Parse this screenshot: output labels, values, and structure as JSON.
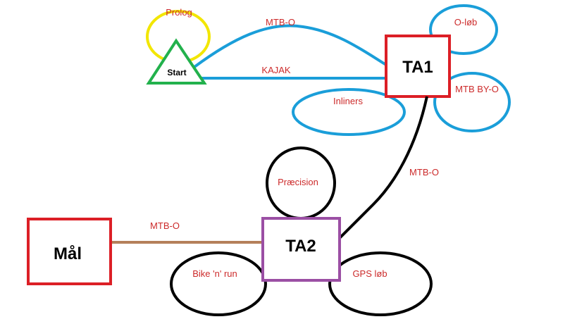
{
  "colors": {
    "label_red": "#cc2a2a",
    "yellow": "#f2e600",
    "green": "#22b14c",
    "blue": "#1a9ed9",
    "black": "#000000",
    "red_box": "#dc1f26",
    "purple_box": "#9b4fa4",
    "brown_line": "#b5805a"
  },
  "nodes": {
    "start": "Start",
    "ta1": "TA1",
    "ta2": "TA2",
    "maal": "Mål"
  },
  "loops": {
    "prolog": "Prolog",
    "o_lob": "O-løb",
    "mtb_by_o": "MTB BY-O",
    "inliners": "Inliners",
    "praecision": "Præcision",
    "bike_n_run": "Bike 'n' run",
    "gps_lob": "GPS løb"
  },
  "edges": {
    "start_ta1_curve": "MTB-O",
    "start_ta1_straight": "KAJAK",
    "ta1_ta2": "MTB-O",
    "ta2_maal": "MTB-O"
  }
}
